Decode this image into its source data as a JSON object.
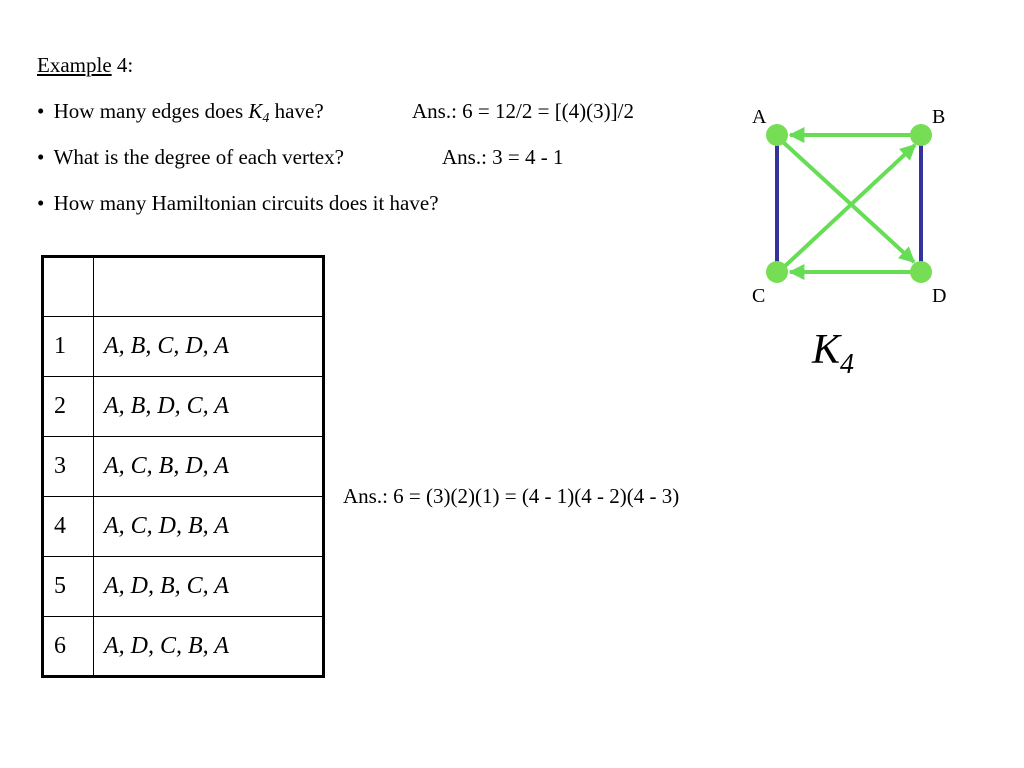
{
  "heading": {
    "underlined": "Example",
    "rest": " 4:"
  },
  "bullets": [
    {
      "bullet": "•",
      "pre": "How many edges does ",
      "k": "K",
      "sub": "4",
      "post": " have?",
      "ans": "Ans.:  6 = 12/2 = [(4)(3)]/2"
    },
    {
      "bullet": "•",
      "text": "What is the degree of each vertex?",
      "ans": "Ans.:  3 = 4 - 1"
    },
    {
      "bullet": "•",
      "text": "How many Hamiltonian circuits does it have?"
    }
  ],
  "table": {
    "header": [
      "",
      ""
    ],
    "rows": [
      {
        "n": "1",
        "path": "A, B, C, D, A"
      },
      {
        "n": "2",
        "path": "A, B, D, C, A"
      },
      {
        "n": "3",
        "path": "A, C, B, D, A"
      },
      {
        "n": "4",
        "path": "A, C, D, B, A"
      },
      {
        "n": "5",
        "path": "A, D, B, C, A"
      },
      {
        "n": "6",
        "path": "A, D, C, B, A"
      }
    ]
  },
  "answer3": "Ans.:  6 = (3)(2)(1) = (4 - 1)(4 - 2)(4 - 3)",
  "graph": {
    "vertices": [
      "A",
      "B",
      "C",
      "D"
    ],
    "caption": {
      "k": "K",
      "sub": "4"
    },
    "colors": {
      "vertex": "#77dd55",
      "green_edge": "#66dd55",
      "blue_edge": "#333399"
    }
  }
}
